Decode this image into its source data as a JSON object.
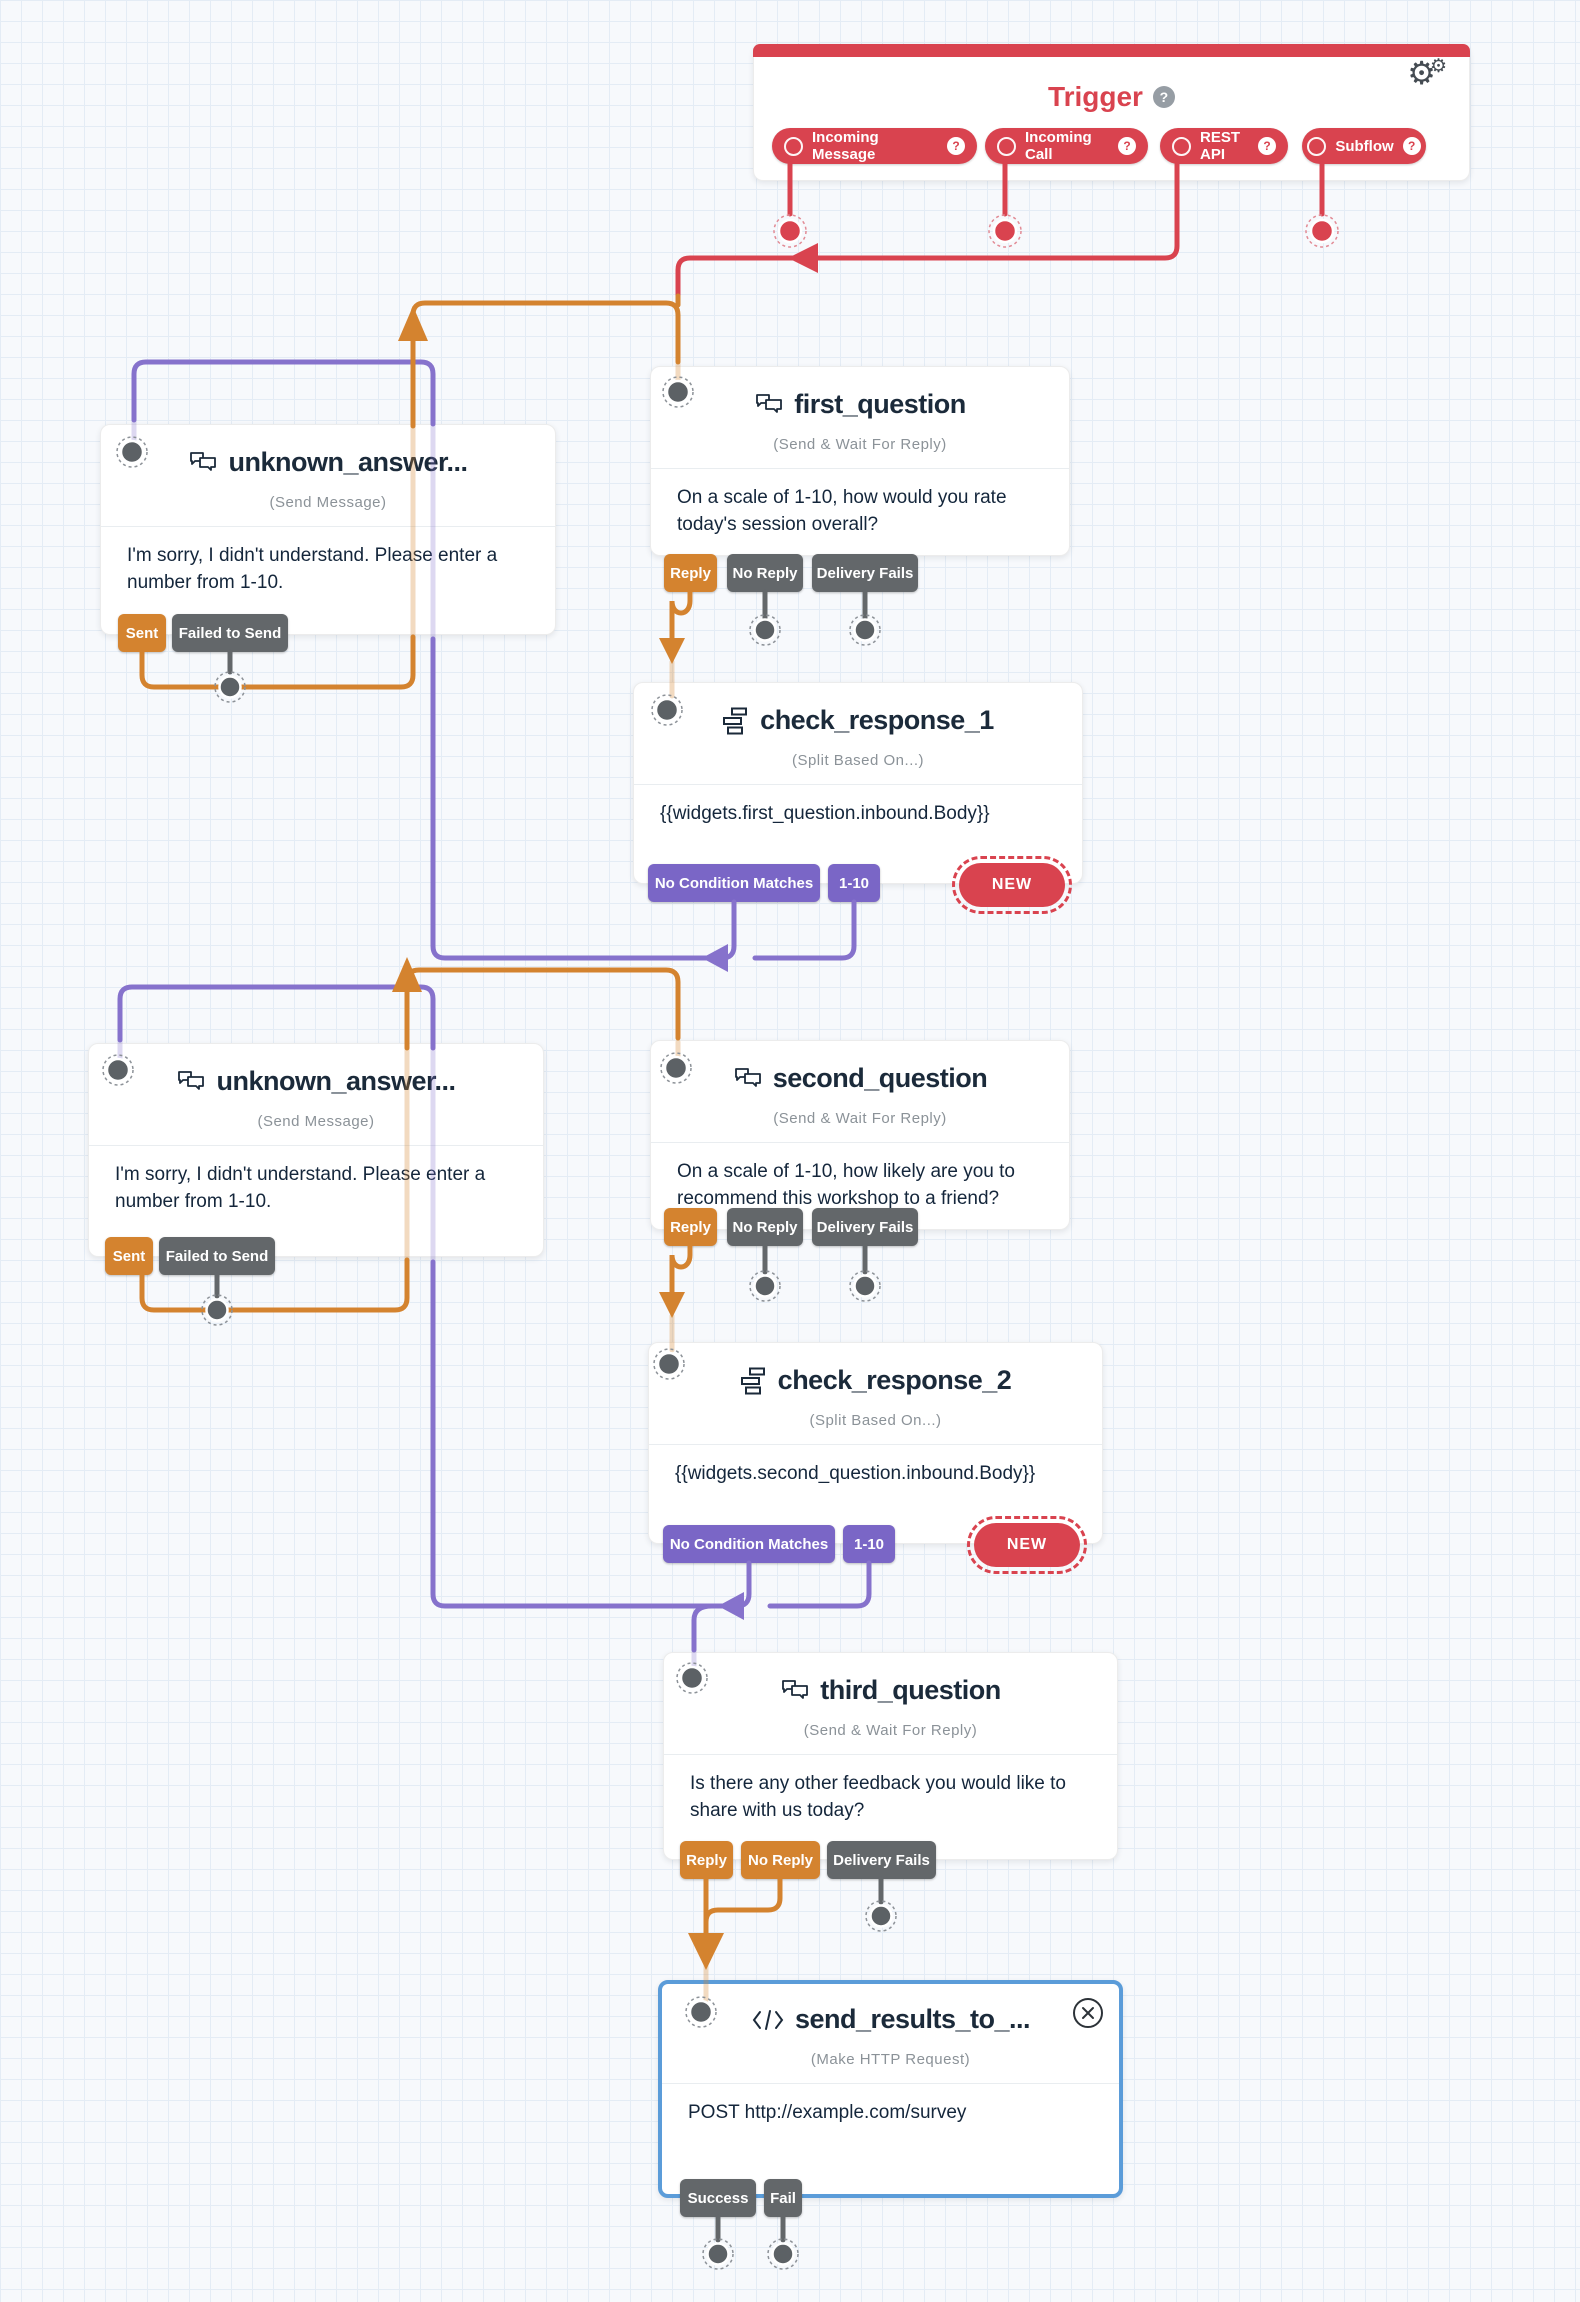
{
  "app": {
    "name": "flow-canvas"
  },
  "colors": {
    "trigger_red": "#d9434f",
    "transition_orange": "#d4832f",
    "condition_purple": "#7a66c6",
    "neutral_button_gray": "#63676a",
    "selected_border_blue": "#5b9cd9",
    "canvas_grid": "#e4ecf5",
    "title_text": "#1b2a3a"
  },
  "icons": {
    "gear": "⚙",
    "help": "?",
    "code": "</>"
  },
  "trigger": {
    "title": "Trigger",
    "help": "?",
    "pills": [
      {
        "label": "Incoming Message",
        "help": "?"
      },
      {
        "label": "Incoming Call",
        "help": "?"
      },
      {
        "label": "REST API",
        "help": "?"
      },
      {
        "label": "Subflow",
        "help": "?"
      }
    ]
  },
  "widgets": {
    "first_question": {
      "title": "first_question",
      "type": "(Send & Wait For Reply)",
      "body": "On a scale of 1-10, how would you rate today's session overall?",
      "buttons": {
        "reply": "Reply",
        "no_reply": "No Reply",
        "delivery_fails": "Delivery Fails"
      }
    },
    "unknown_answer_1": {
      "title": "unknown_answer...",
      "type": "(Send Message)",
      "body": "I'm sorry, I didn't understand. Please enter a number from 1-10.",
      "buttons": {
        "sent": "Sent",
        "failed": "Failed to Send"
      }
    },
    "check_response_1": {
      "title": "check_response_1",
      "type": "(Split Based On...)",
      "body": "{{widgets.first_question.inbound.Body}}",
      "buttons": {
        "no_match": "No Condition Matches",
        "range": "1-10"
      },
      "new_label": "NEW"
    },
    "second_question": {
      "title": "second_question",
      "type": "(Send & Wait For Reply)",
      "body": "On a scale of 1-10, how likely are you to recommend this workshop to a friend?",
      "buttons": {
        "reply": "Reply",
        "no_reply": "No Reply",
        "delivery_fails": "Delivery Fails"
      }
    },
    "unknown_answer_2": {
      "title": "unknown_answer...",
      "type": "(Send Message)",
      "body": "I'm sorry, I didn't understand. Please enter a number from 1-10.",
      "buttons": {
        "sent": "Sent",
        "failed": "Failed to Send"
      }
    },
    "check_response_2": {
      "title": "check_response_2",
      "type": "(Split Based On...)",
      "body": "{{widgets.second_question.inbound.Body}}",
      "buttons": {
        "no_match": "No Condition Matches",
        "range": "1-10"
      },
      "new_label": "NEW"
    },
    "third_question": {
      "title": "third_question",
      "type": "(Send & Wait For Reply)",
      "body": "Is there any other feedback you would like to share with us today?",
      "buttons": {
        "reply": "Reply",
        "no_reply": "No Reply",
        "delivery_fails": "Delivery Fails"
      }
    },
    "send_results": {
      "title": "send_results_to_...",
      "type": "(Make HTTP Request)",
      "body": "POST http://example.com/survey",
      "buttons": {
        "success": "Success",
        "fail": "Fail"
      }
    }
  }
}
